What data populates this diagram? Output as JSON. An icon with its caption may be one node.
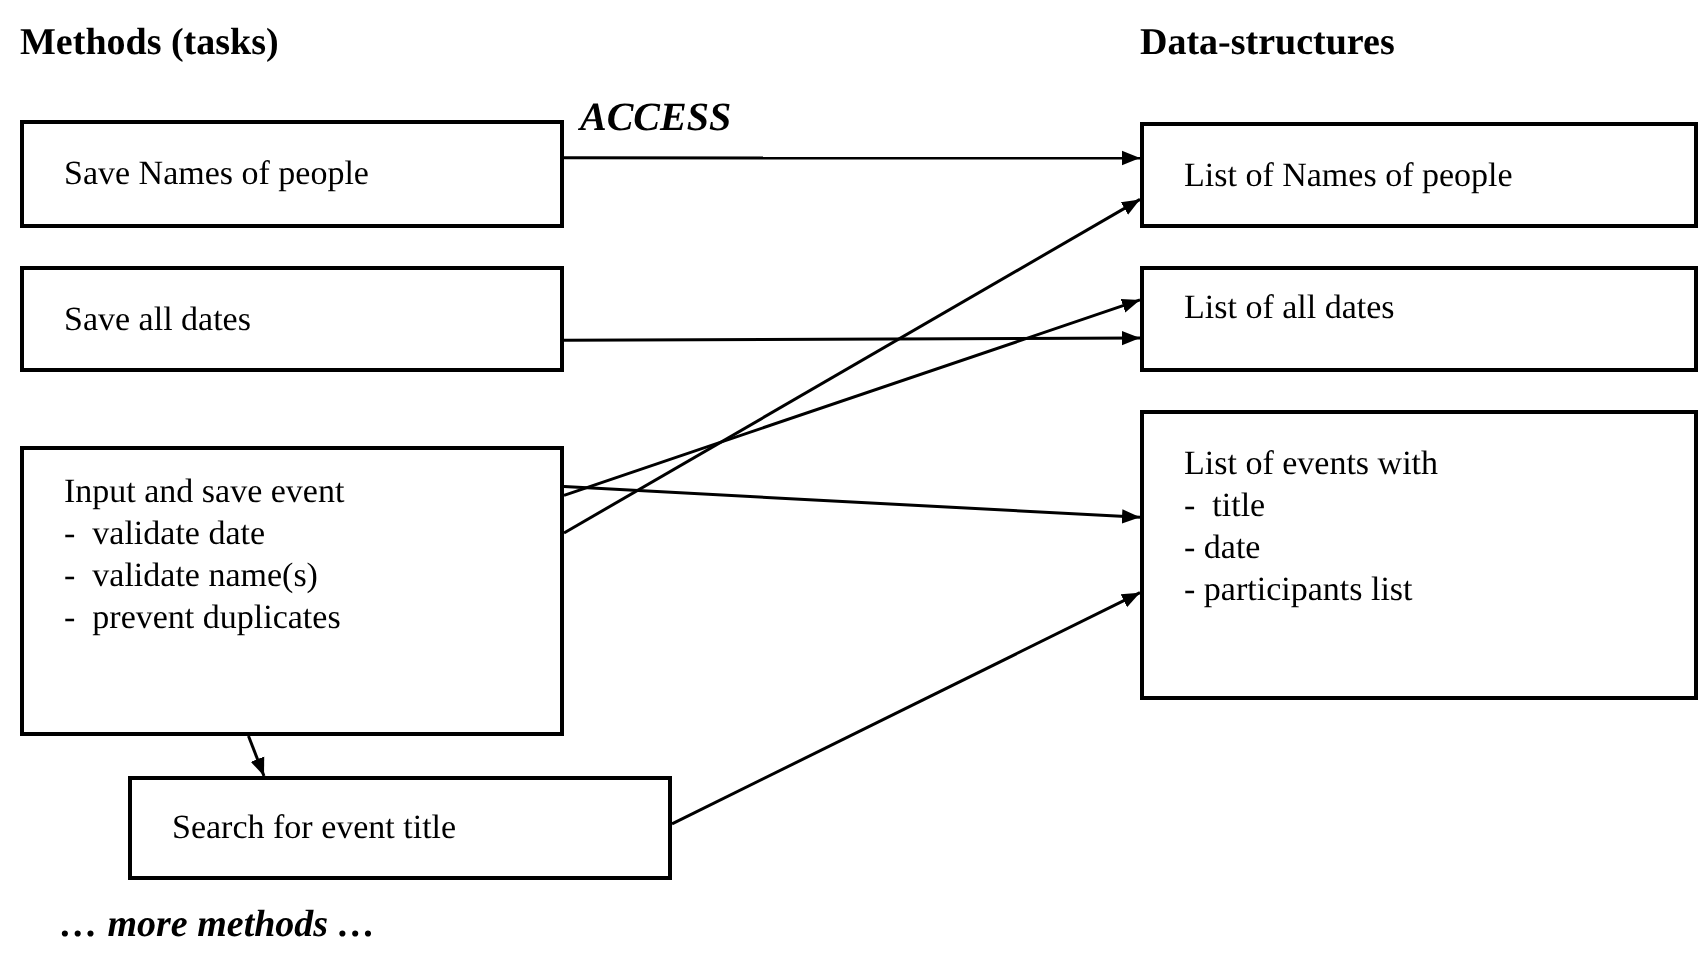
{
  "diagram": {
    "nodes": [
      {
        "text": [
          "Save Names of people"
        ]
      },
      {
        "text": [
          "Save all dates"
        ]
      },
      {
        "text": [
          "Input and save event",
          "-  validate date",
          "-  validate name(s)",
          "-  prevent duplicates"
        ]
      },
      {
        "text": [
          "Search for event title"
        ]
      },
      {
        "text": [
          "List of Names of people"
        ]
      },
      {
        "text": [
          "List of all dates"
        ]
      },
      {
        "text": [
          "List of events with",
          "-  title",
          "- date",
          "- participants list"
        ]
      }
    ],
    "edges": [
      {
        "from": 0,
        "to": 4,
        "arrow": "to"
      },
      {
        "from": 1,
        "to": 5,
        "arrow": "to"
      },
      {
        "from": 2,
        "to": 6,
        "arrow": "to"
      },
      {
        "from": 2,
        "to": 5,
        "arrow": "to"
      },
      {
        "from": 2,
        "to": 4,
        "arrow": "to"
      },
      {
        "from": 2,
        "to": 3,
        "arrow": "to"
      },
      {
        "from": 3,
        "to": 6,
        "arrow": "to"
      }
    ],
    "labels": [
      "Methods (tasks)",
      "Data-structures",
      "ACCESS",
      "… more methods …"
    ]
  }
}
